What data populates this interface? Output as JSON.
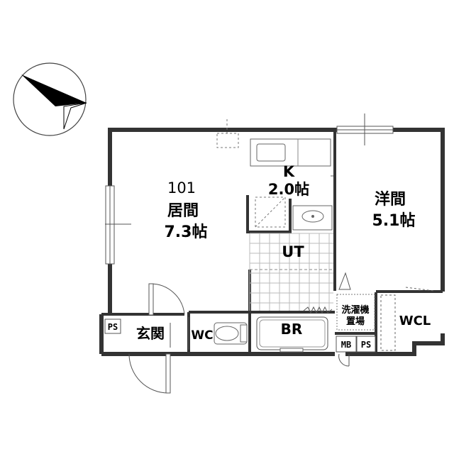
{
  "rooms": {
    "living": {
      "unit": "101",
      "name": "居間",
      "size": "7.3帖"
    },
    "kitchen": {
      "name": "K",
      "size": "2.0帖"
    },
    "western": {
      "name": "洋間",
      "size": "5.1帖"
    },
    "utility": {
      "name": "UT"
    },
    "bath": {
      "name": "BR"
    },
    "toilet": {
      "name": "WC"
    },
    "entrance": {
      "name": "玄関"
    },
    "walkin_closet": {
      "name": "WCL"
    },
    "laundry": {
      "line1": "洗濯機",
      "line2": "置場"
    }
  },
  "labels": {
    "ps_left": "PS",
    "ps_right": "PS",
    "mb": "MB"
  },
  "colors": {
    "wall": "#333333",
    "line": "#555555",
    "fill": "#ffffff"
  }
}
